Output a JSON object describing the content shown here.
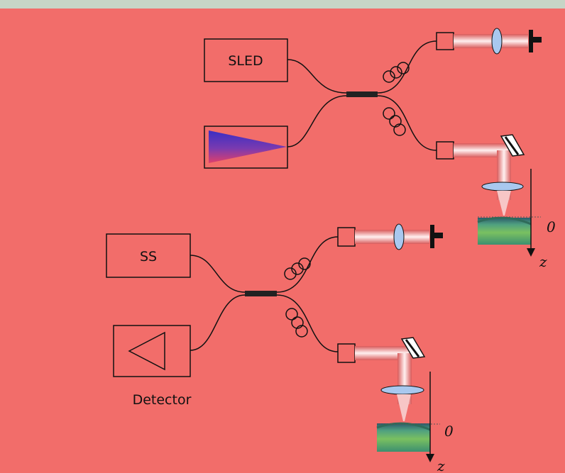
{
  "upper_system": {
    "source_label": "SLED",
    "depth_zero_label": "0",
    "depth_axis_label": "z"
  },
  "lower_system": {
    "source_label": "SS",
    "detector_caption": "Detector",
    "depth_zero_label": "0",
    "depth_axis_label": "z"
  },
  "colors": {
    "background": "#f26d6a",
    "top_bar": "#c7d5c6",
    "line": "#111111",
    "lens": "#a9c8ef",
    "spectrometer_gradient": [
      "#3a2ec4",
      "#7a3ab0",
      "#e0406a"
    ]
  }
}
